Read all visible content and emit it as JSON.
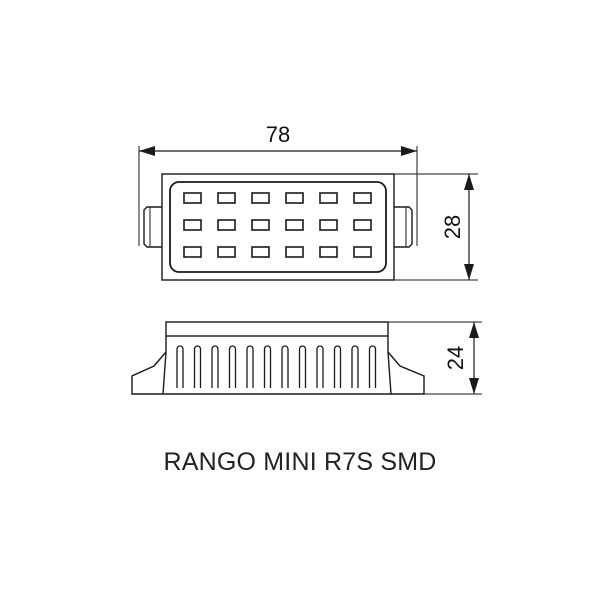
{
  "dimensions": {
    "length": "78",
    "width": "28",
    "height": "24"
  },
  "product": {
    "name": "RANGO MINI R7S SMD"
  },
  "colors": {
    "line": "#1a1a1a",
    "background": "#ffffff"
  }
}
